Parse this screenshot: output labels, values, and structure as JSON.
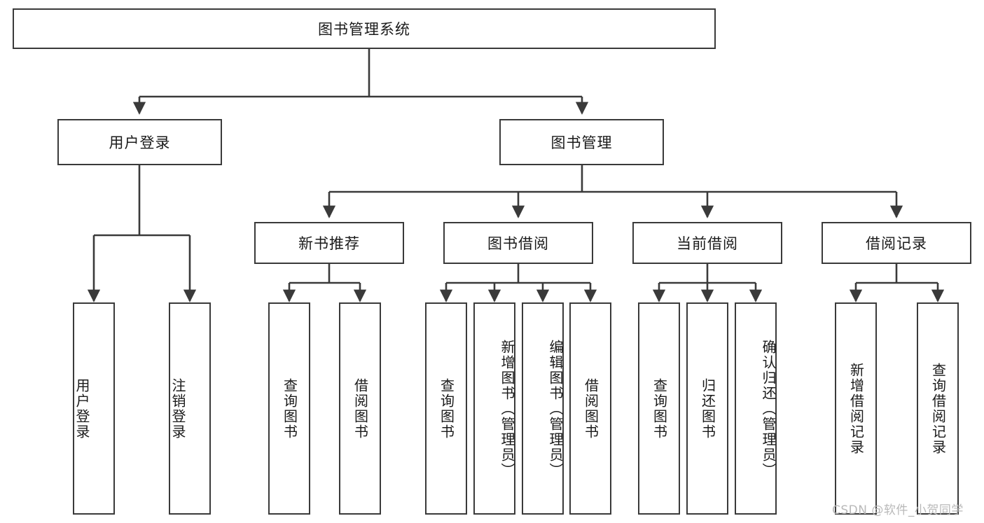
{
  "diagram": {
    "title": "图书管理系统",
    "type": "hierarchy-tree",
    "root": {
      "label": "图书管理系统"
    },
    "level2": [
      {
        "label": "用户登录"
      },
      {
        "label": "图书管理"
      }
    ],
    "level3": [
      {
        "label": "新书推荐"
      },
      {
        "label": "图书借阅"
      },
      {
        "label": "当前借阅"
      },
      {
        "label": "借阅记录"
      }
    ],
    "leaves": {
      "user_login": [
        {
          "label": "用户登录"
        },
        {
          "label": "注销登录"
        }
      ],
      "new_book_recommend": [
        {
          "label": "查询图书"
        },
        {
          "label": "借阅图书"
        }
      ],
      "book_borrow": [
        {
          "label": "查询图书"
        },
        {
          "label": "新增图书（管理员）"
        },
        {
          "label": "编辑图书（管理员）"
        },
        {
          "label": "借阅图书"
        }
      ],
      "current_borrow": [
        {
          "label": "查询图书"
        },
        {
          "label": "归还图书"
        },
        {
          "label": "确认归还（管理员）"
        }
      ],
      "borrow_record": [
        {
          "label": "新增借阅记录"
        },
        {
          "label": "查询借阅记录"
        }
      ]
    }
  },
  "watermark": {
    "text": "CSDN @软件_小贺同学"
  },
  "colors": {
    "box_border": "#3a3a3a",
    "box_fill": "#ffffff",
    "line": "#3a3a3a",
    "text": "#1a1a1a",
    "watermark": "#b9b9b9"
  }
}
